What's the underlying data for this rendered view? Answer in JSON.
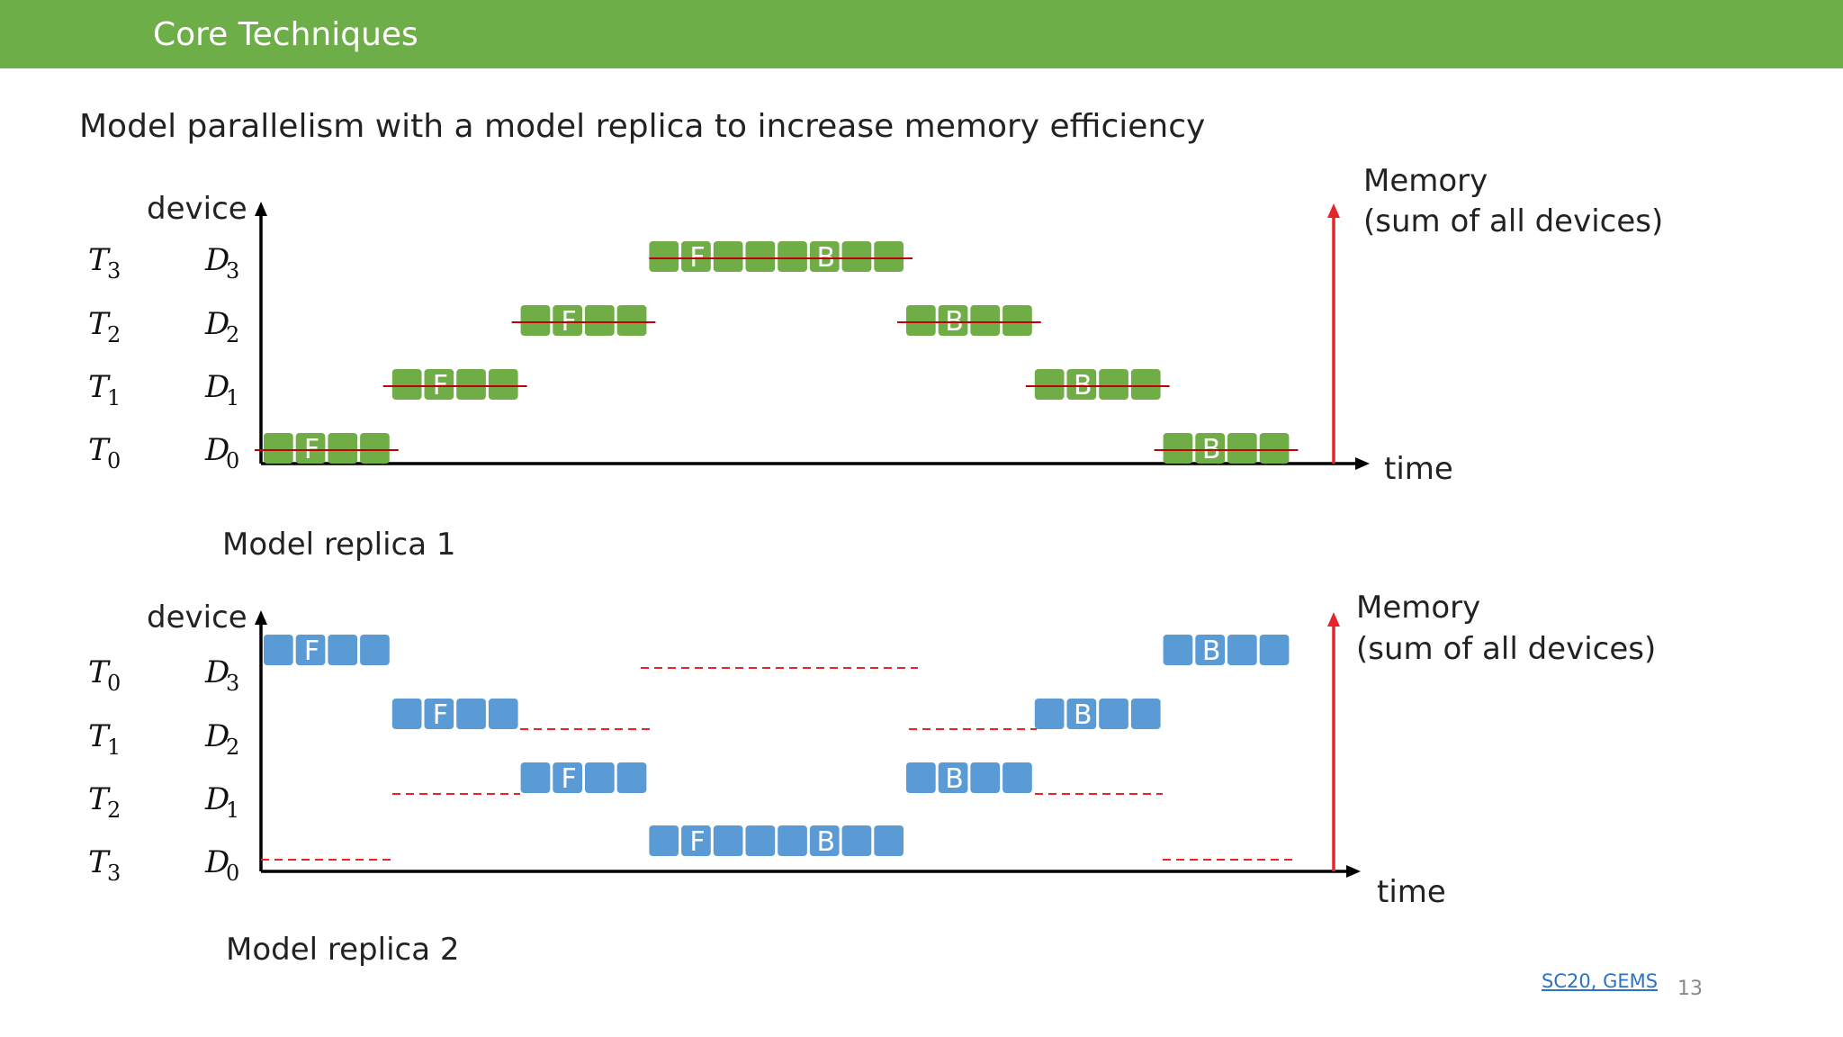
{
  "header": {
    "title": "Core Techniques"
  },
  "subtitle": "Model parallelism with a model replica to increase memory efficiency",
  "colors": {
    "green_block": "#70ad47",
    "blue_block": "#5b9bd5",
    "red_line": "#e3262a",
    "dark_red_line": "#c00000",
    "header": "#6eae48",
    "axis": "#000000"
  },
  "replicas": [
    {
      "caption": "Model replica 1",
      "y_axis_label": "device",
      "x_axis_label": "time",
      "memory_label_line1": "Memory",
      "memory_label_line2": "(sum of all devices)",
      "block_color": "green",
      "rows": [
        {
          "task": "T",
          "task_sub": "3",
          "device": "D",
          "device_sub": "3"
        },
        {
          "task": "T",
          "task_sub": "2",
          "device": "D",
          "device_sub": "2"
        },
        {
          "task": "T",
          "task_sub": "1",
          "device": "D",
          "device_sub": "1"
        },
        {
          "task": "T",
          "task_sub": "0",
          "device": "D",
          "device_sub": "0"
        }
      ],
      "blocks": [
        {
          "row": 3,
          "slot_start": 0,
          "slots": 4,
          "label": "F"
        },
        {
          "row": 2,
          "slot_start": 4,
          "slots": 4,
          "label": "F"
        },
        {
          "row": 1,
          "slot_start": 8,
          "slots": 4,
          "label": "F"
        },
        {
          "row": 0,
          "slot_start": 12,
          "slots": 4,
          "label": "F"
        },
        {
          "row": 0,
          "slot_start": 16,
          "slots": 4,
          "label": "B"
        },
        {
          "row": 1,
          "slot_start": 20,
          "slots": 4,
          "label": "B"
        },
        {
          "row": 2,
          "slot_start": 24,
          "slots": 4,
          "label": "B"
        },
        {
          "row": 3,
          "slot_start": 28,
          "slots": 4,
          "label": "B"
        }
      ]
    },
    {
      "caption": "Model replica 2",
      "y_axis_label": "device",
      "x_axis_label": "time",
      "memory_label_line1": "Memory",
      "memory_label_line2": "(sum of all devices)",
      "block_color": "blue",
      "rows": [
        {
          "task": "T",
          "task_sub": "0",
          "device": "D",
          "device_sub": "3"
        },
        {
          "task": "T",
          "task_sub": "1",
          "device": "D",
          "device_sub": "2"
        },
        {
          "task": "T",
          "task_sub": "2",
          "device": "D",
          "device_sub": "1"
        },
        {
          "task": "T",
          "task_sub": "3",
          "device": "D",
          "device_sub": "0"
        }
      ],
      "blocks": [
        {
          "row": 0,
          "slot_start": 0,
          "slots": 4,
          "label": "F"
        },
        {
          "row": 1,
          "slot_start": 4,
          "slots": 4,
          "label": "F"
        },
        {
          "row": 2,
          "slot_start": 8,
          "slots": 4,
          "label": "F"
        },
        {
          "row": 3,
          "slot_start": 12,
          "slots": 4,
          "label": "F"
        },
        {
          "row": 3,
          "slot_start": 16,
          "slots": 4,
          "label": "B"
        },
        {
          "row": 2,
          "slot_start": 20,
          "slots": 4,
          "label": "B"
        },
        {
          "row": 1,
          "slot_start": 24,
          "slots": 4,
          "label": "B"
        },
        {
          "row": 0,
          "slot_start": 28,
          "slots": 4,
          "label": "B"
        }
      ]
    }
  ],
  "footer": {
    "link_text": "SC20, GEMS",
    "page_number": "13"
  }
}
